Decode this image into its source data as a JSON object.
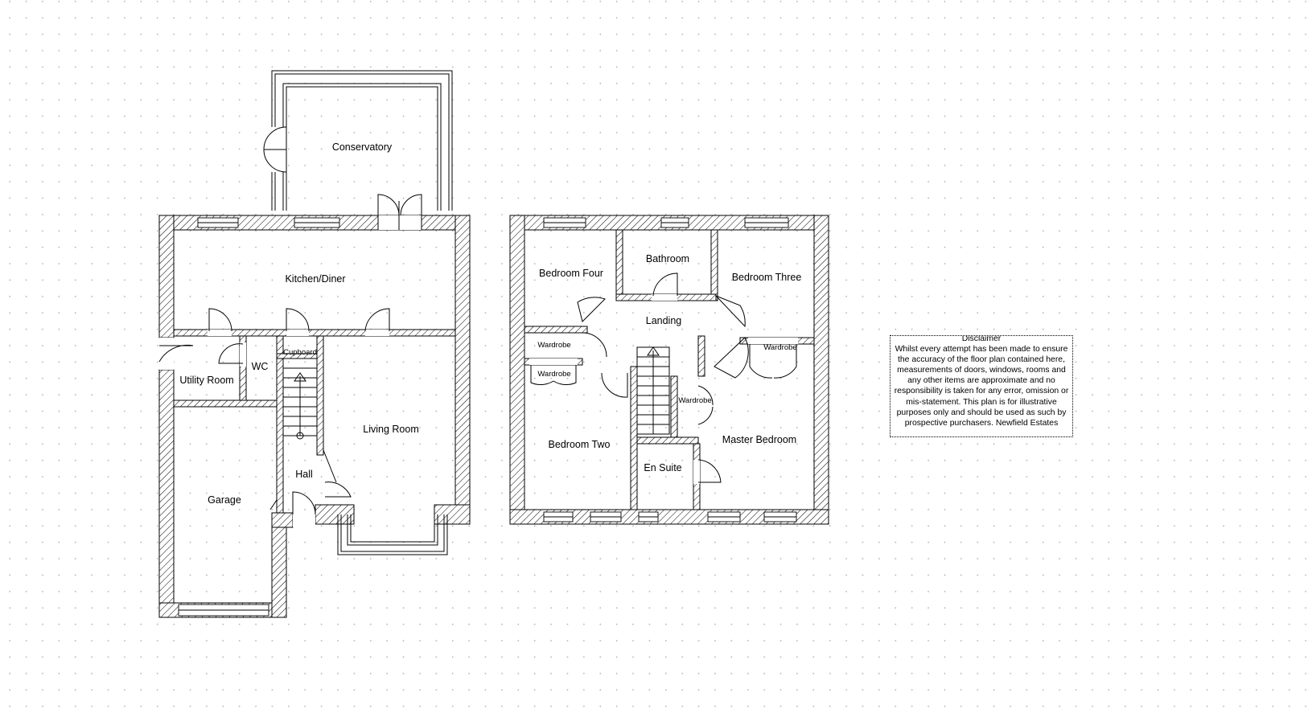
{
  "ground_floor": {
    "rooms": {
      "conservatory": "Conservatory",
      "kitchen": "Kitchen/Diner",
      "utility": "Utility Room",
      "wc": "WC",
      "cupboard": "Cupboard",
      "living": "Living Room",
      "hall": "Hall",
      "garage": "Garage"
    }
  },
  "first_floor": {
    "rooms": {
      "bed4": "Bedroom Four",
      "bathroom": "Bathroom",
      "bed3": "Bedroom Three",
      "landing": "Landing",
      "wardrobe_a": "Wardrobe",
      "wardrobe_b": "Wardrobe",
      "wardrobe_c": "Wardrobe",
      "wardrobe_d": "Wardrobe",
      "bed2": "Bedroom Two",
      "ensuite": "En Suite",
      "master": "Master Bedroom"
    }
  },
  "disclaimer": {
    "title": "Disclaimer",
    "body": "Whilst every attempt has been made to ensure the accuracy of the floor plan contained here, measurements of doors, windows, rooms and any other items are approximate and no responsibility is taken for any error, omission or mis-statement. This plan is for illustrative purposes only and should be used as such by prospective purchasers. Newfield Estates"
  }
}
